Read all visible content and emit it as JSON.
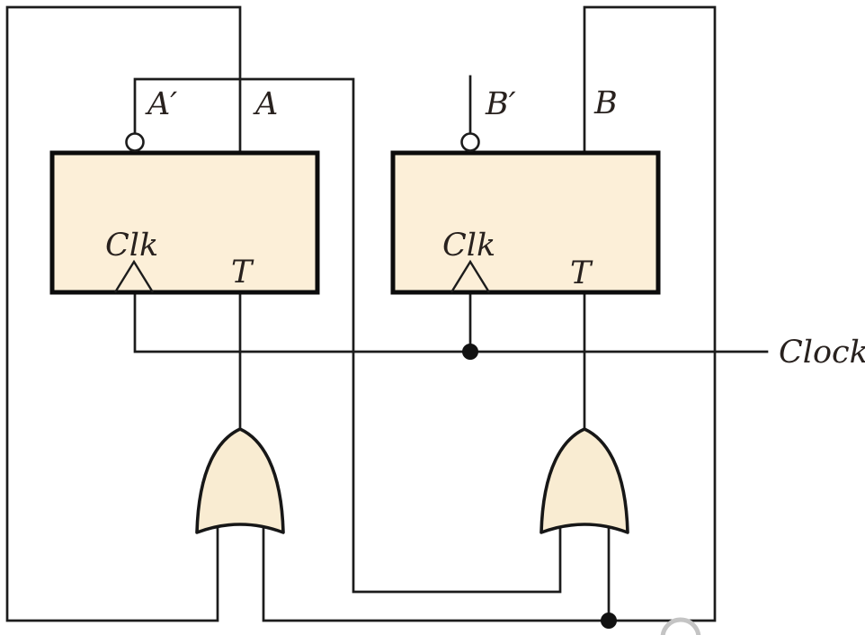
{
  "figure": {
    "colors": {
      "background": "#ffffff",
      "wire": "#1c1c1c",
      "box_fill": "#fcefd8",
      "gate_fill": "#f9ecd2",
      "box_border": "#0c0c0c",
      "text": "#28211e",
      "watermark": "#c4c4c4"
    },
    "flip_flop_a": {
      "q_bar": "A′",
      "q": "A",
      "clk": "Clk",
      "t": "T"
    },
    "flip_flop_b": {
      "q_bar": "B′",
      "q": "B",
      "clk": "Clk",
      "t": "T"
    },
    "clock_label": "Clock"
  }
}
